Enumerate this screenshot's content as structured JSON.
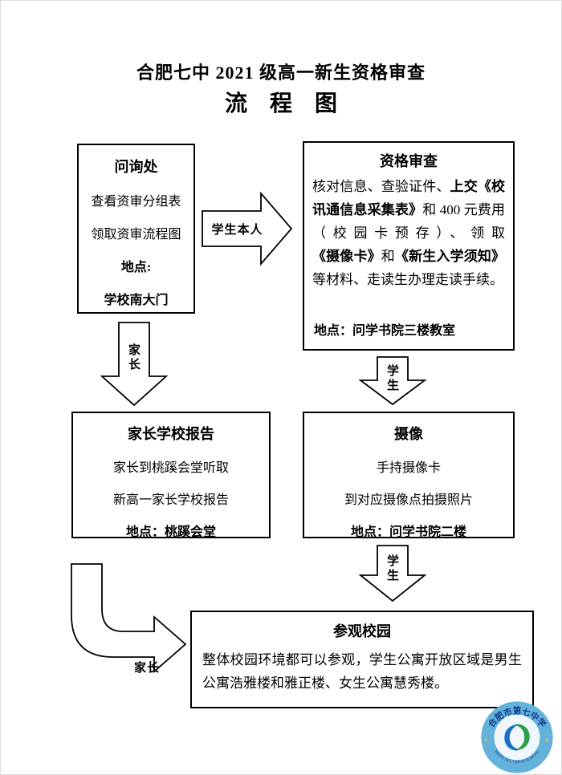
{
  "title": {
    "line1": "合肥七中 2021 级高一新生资格审查",
    "line2": "流　程　图"
  },
  "boxes": {
    "inquiry": {
      "title": "问询处",
      "line1": "查看资审分组表",
      "line2": "领取资审流程图",
      "location_label": "地点:",
      "location_value": "学校南大门"
    },
    "review": {
      "title": "资格审查",
      "paragraph": [
        {
          "text": "核对信息、查验证件、",
          "bold": false
        },
        {
          "text": "上交《校讯通信息采集表》",
          "bold": true
        },
        {
          "text": "和 400 元费用（校园卡预存）、领取",
          "bold": false
        },
        {
          "text": "《摄像卡》",
          "bold": true
        },
        {
          "text": "和",
          "bold": false
        },
        {
          "text": "《新生入学须知》",
          "bold": true
        },
        {
          "text": "等材料、走读生办理走读手续。",
          "bold": false
        }
      ],
      "location": "地点：问学书院三楼教室"
    },
    "parent_report": {
      "title": "家长学校报告",
      "line1": "家长到桃蹊会堂听取",
      "line2": "新高一家长学校报告",
      "location": "地点：桃蹊会堂"
    },
    "camera": {
      "title": "摄像",
      "line1": "手持摄像卡",
      "line2": "到对应摄像点拍摄照片",
      "location": "地点：问学书院二楼"
    },
    "tour": {
      "title": "参观校园",
      "paragraph": "整体校园环境都可以参观，学生公寓开放区域是男生公寓浩雅楼和雅正楼、女生公寓慧秀楼。"
    }
  },
  "arrows": {
    "inquiry_to_review": "学生本人",
    "inquiry_to_parent_report": "家长",
    "review_to_camera": "学生",
    "camera_to_tour": "学生",
    "parent_to_tour": "家长"
  },
  "logo": {
    "cn": "合肥市第七中学",
    "en": "HEFEI NO.7 HIGH SCHOOL",
    "star": "★",
    "colors": {
      "ring": "#63b2dc",
      "inner": "#eef7fd",
      "text": "#123a8c",
      "star": "#e9bd3a",
      "swirl_green": "#2f9e44",
      "swirl_blue": "#1a6fc4"
    }
  }
}
